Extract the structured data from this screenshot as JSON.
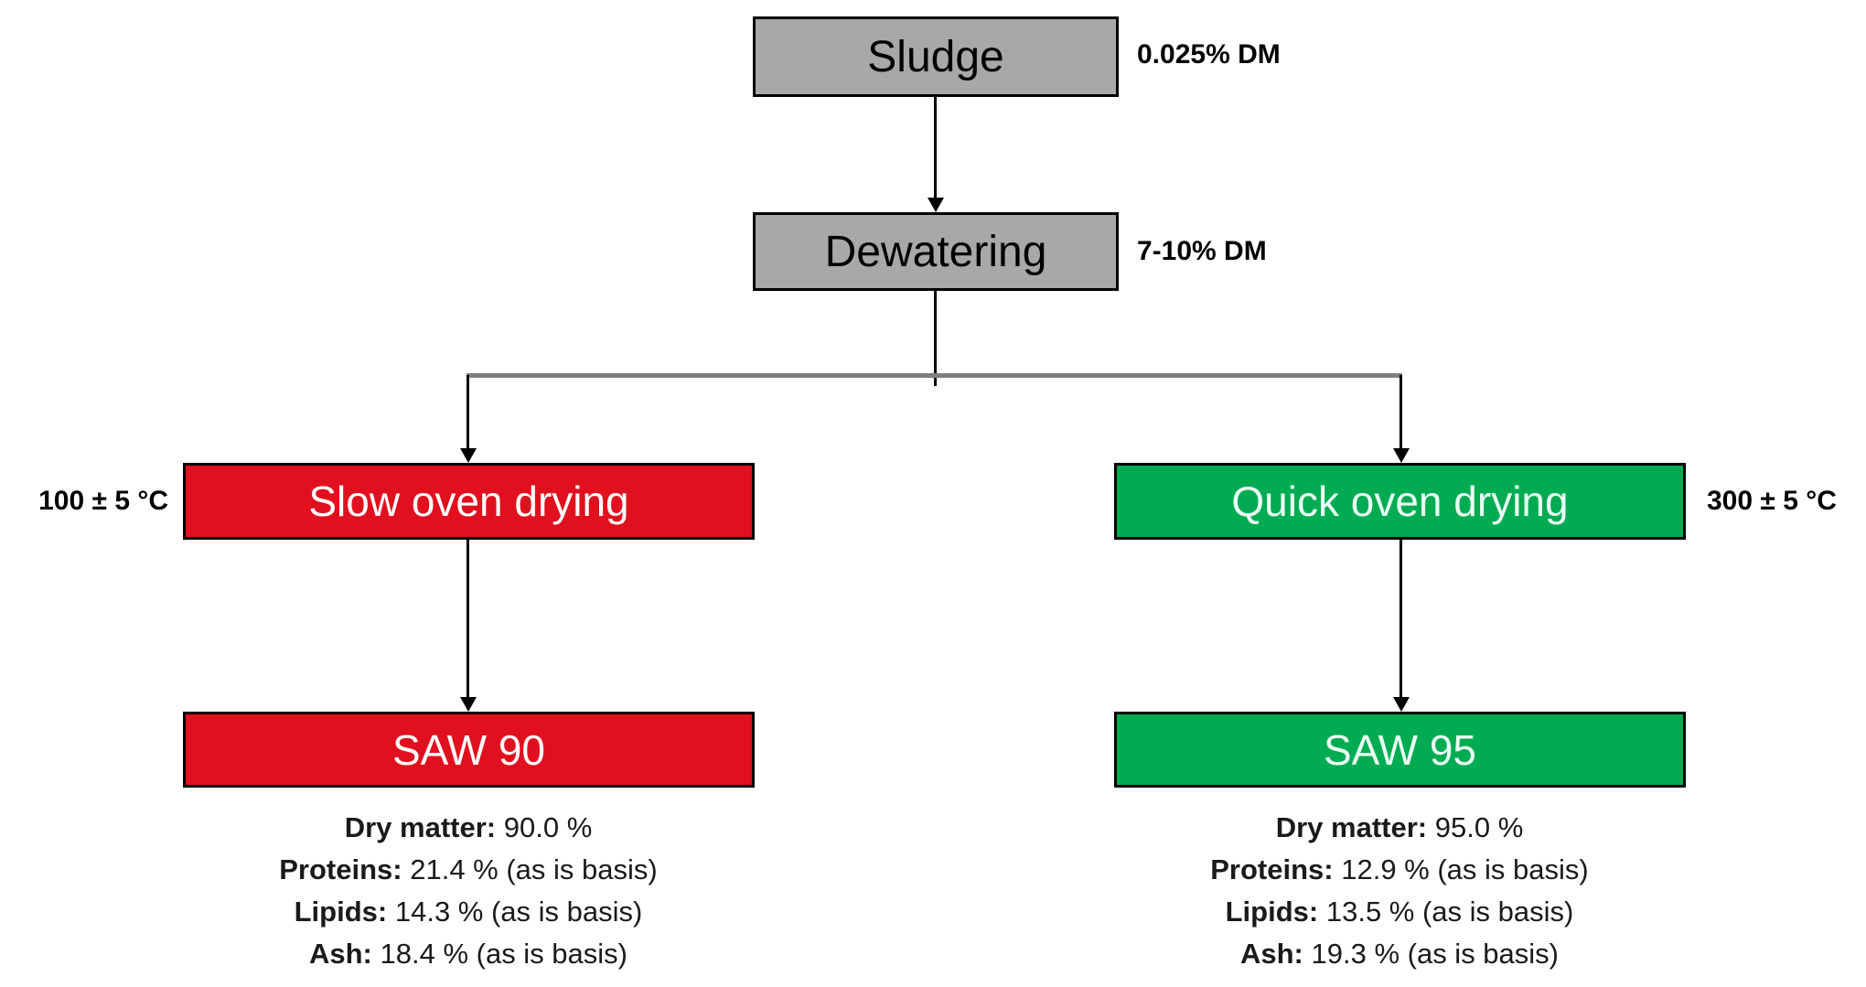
{
  "colors": {
    "box-gray": "#a8a8a8",
    "box-red": "#e0101e",
    "box-green": "#00ab51",
    "connector-gray": "#7f7f7f",
    "line-black": "#000000"
  },
  "nodes": {
    "sludge": {
      "label": "Sludge",
      "annotation": "0.025% DM"
    },
    "dewatering": {
      "label": "Dewatering",
      "annotation": "7-10% DM"
    },
    "slow_oven": {
      "label": "Slow oven drying",
      "annotation": "100 ± 5 °C"
    },
    "quick_oven": {
      "label": "Quick oven drying",
      "annotation": "300 ± 5 °C"
    },
    "saw90": {
      "label": "SAW 90",
      "composition": [
        {
          "label": "Dry matter:",
          "value": "90.0 %"
        },
        {
          "label": "Proteins:",
          "value": "21.4 % (as is basis)"
        },
        {
          "label": "Lipids:",
          "value": "14.3 % (as is basis)"
        },
        {
          "label": "Ash:",
          "value": "18.4 % (as is basis)"
        }
      ]
    },
    "saw95": {
      "label": "SAW 95",
      "composition": [
        {
          "label": "Dry matter:",
          "value": "95.0 %"
        },
        {
          "label": "Proteins:",
          "value": "12.9 % (as is basis)"
        },
        {
          "label": "Lipids:",
          "value": "13.5 % (as is basis)"
        },
        {
          "label": "Ash:",
          "value": "19.3 % (as is basis)"
        }
      ]
    }
  }
}
